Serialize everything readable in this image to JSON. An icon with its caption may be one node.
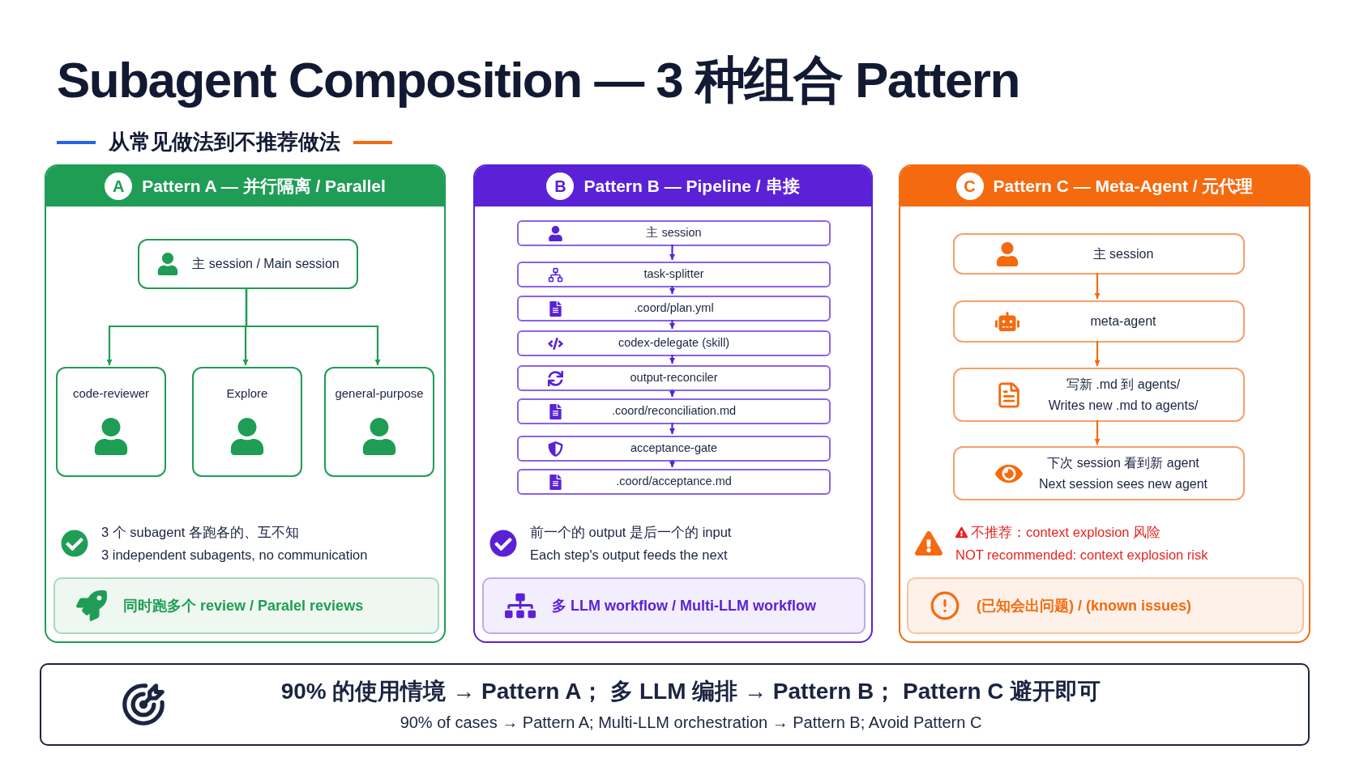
{
  "diagram": {
    "title": "Subagent Composition — 3 种组合 Pattern",
    "nodes": [
      {
        "text": [
          "A",
          "Pattern A — 并行隔离 / Parallel",
          "3 个 subagent 各跑各的、互不知",
          "3 independent subagents, no communication"
        ]
      },
      {
        "text": [
          "主 session / Main session"
        ],
        "in": 0
      },
      {
        "text": [
          "code-reviewer"
        ],
        "in": 0
      },
      {
        "text": [
          "Explore"
        ],
        "in": 0
      },
      {
        "text": [
          "general-purpose"
        ],
        "in": 0
      },
      {
        "text": [
          "同时跑多个 review / Paralel reviews"
        ],
        "in": 0
      },
      {
        "text": [
          "B",
          "Pattern B — Pipeline / 串接",
          "前一个的 output 是后一个的 input",
          "Each step's output feeds the next"
        ]
      },
      {
        "text": [
          "主 session"
        ],
        "in": 6
      },
      {
        "text": [
          "task-splitter"
        ],
        "in": 6
      },
      {
        "text": [
          ".coord/plan.yml"
        ],
        "in": 6
      },
      {
        "text": [
          "codex-delegate (skill)"
        ],
        "in": 6
      },
      {
        "text": [
          "output-reconciler"
        ],
        "in": 6
      },
      {
        "text": [
          ".coord/reconciliation.md"
        ],
        "in": 6
      },
      {
        "text": [
          "acceptance-gate"
        ],
        "in": 6
      },
      {
        "text": [
          ".coord/acceptance.md"
        ],
        "in": 6
      },
      {
        "text": [
          "多 LLM workflow / Multi-LLM workflow"
        ],
        "in": 6
      },
      {
        "text": [
          "C",
          "Pattern C — Meta-Agent / 元代理",
          "不推荐：context explosion 风险",
          "NOT recommended: context explosion risk"
        ]
      },
      {
        "text": [
          "主 session"
        ],
        "in": 16
      },
      {
        "text": [
          "meta-agent"
        ],
        "in": 16
      },
      {
        "text": [
          "写新 .md 到 agents/",
          "Writes new .md to agents/"
        ],
        "in": 16
      },
      {
        "text": [
          "下次 session 看到新 agent",
          "Next session sees new agent"
        ],
        "in": 16
      },
      {
        "text": [
          "(已知会出问题) / (known issues)"
        ],
        "in": 16
      },
      {
        "text": [
          "90% 的使用情境 → Pattern A； 多 LLM 编排 → Pattern B； Pattern C 避开即可",
          "90% of cases → Pattern A; Multi-LLM orchestration → Pattern B; Avoid Pattern C"
        ]
      }
    ],
    "edges": [
      {
        "from": 1,
        "to": 2,
        "arrow": "to",
        "color": "#1f9d55"
      },
      {
        "from": 1,
        "to": 3,
        "arrow": "to",
        "color": "#1f9d55"
      },
      {
        "from": 1,
        "to": 4,
        "arrow": "to",
        "color": "#1f9d55"
      },
      {
        "from": 7,
        "to": 8,
        "arrow": "to"
      },
      {
        "from": 8,
        "to": 9,
        "arrow": "to"
      },
      {
        "from": 9,
        "to": 10,
        "arrow": "to"
      },
      {
        "from": 10,
        "to": 11,
        "arrow": "to"
      },
      {
        "from": 11,
        "to": 12,
        "arrow": "to"
      },
      {
        "from": 12,
        "to": 13,
        "arrow": "to"
      },
      {
        "from": 13,
        "to": 14,
        "arrow": "to"
      },
      {
        "from": 17,
        "to": 18,
        "arrow": "to",
        "color": "#f26a12"
      },
      {
        "from": 18,
        "to": 19,
        "arrow": "to",
        "color": "#f26a12"
      },
      {
        "from": 19,
        "to": 20,
        "arrow": "to",
        "color": "#f26a12"
      }
    ],
    "labels": [
      "从常见做法到不推荐做法"
    ]
  }
}
